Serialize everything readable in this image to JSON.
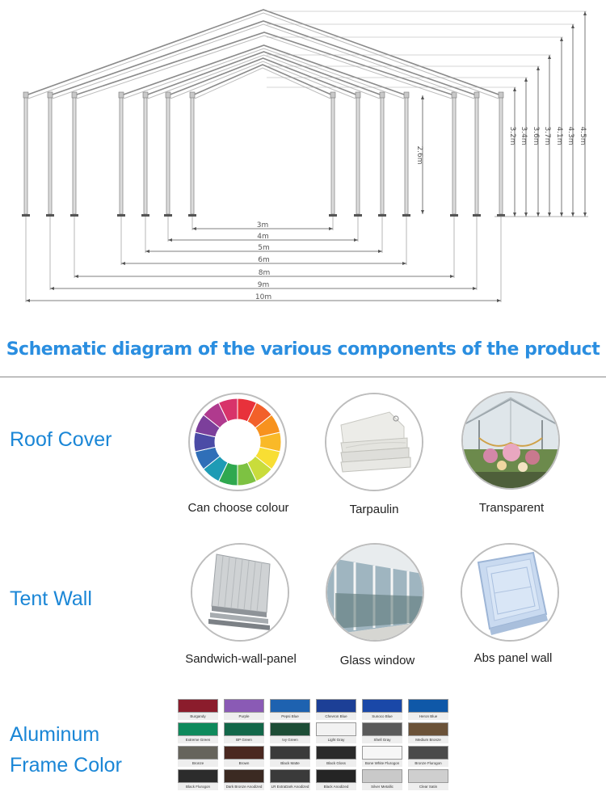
{
  "diagram": {
    "widths": [
      "3m",
      "4m",
      "5m",
      "6m",
      "8m",
      "9m",
      "10m"
    ],
    "side_height": "2.6m",
    "peak_heights": [
      "3.2m",
      "3.4m",
      "3.6m",
      "3.7m",
      "4.1m",
      "4.3m",
      "4.5m"
    ]
  },
  "headline": "Schematic diagram of the various components of the product",
  "sections": [
    {
      "label": "Roof Cover",
      "items": [
        {
          "caption": "Can choose colour",
          "icon": "color-wheel"
        },
        {
          "caption": "Tarpaulin",
          "icon": "folded-tarpaulin"
        },
        {
          "caption": "Transparent",
          "icon": "transparent-tent"
        }
      ]
    },
    {
      "label": "Tent Wall",
      "items": [
        {
          "caption": "Sandwich-wall-panel",
          "icon": "sandwich-panel"
        },
        {
          "caption": "Glass window",
          "icon": "glass-window"
        },
        {
          "caption": "Abs panel wall",
          "icon": "abs-panel"
        }
      ]
    }
  ],
  "frame_color": {
    "label_line1": "Aluminum",
    "label_line2": "Frame Color",
    "swatches": [
      {
        "name": "Burgandy",
        "color": "#8b1c2c"
      },
      {
        "name": "Purple",
        "color": "#8a5ab5"
      },
      {
        "name": "Pepsi Blue",
        "color": "#1e62b0"
      },
      {
        "name": "Chevron Blue",
        "color": "#1c3f96"
      },
      {
        "name": "Sunoco Blue",
        "color": "#1a48a8"
      },
      {
        "name": "Heron Blue",
        "color": "#0f58a8"
      },
      {
        "name": "Extreme Green",
        "color": "#0f8a5c"
      },
      {
        "name": "BP Green",
        "color": "#13684a"
      },
      {
        "name": "Ivy Green",
        "color": "#1d4d36"
      },
      {
        "name": "Light Gray",
        "color": "#f2f2f2"
      },
      {
        "name": "Shell Gray",
        "color": "#5a5a5a"
      },
      {
        "name": "Medium Bronze",
        "color": "#6b5238"
      },
      {
        "name": "Bronze",
        "color": "#66645c"
      },
      {
        "name": "Brown",
        "color": "#4a2820"
      },
      {
        "name": "Black Matte",
        "color": "#3a3a3a"
      },
      {
        "name": "Black Gloss",
        "color": "#2a2a2a"
      },
      {
        "name": "Bone White Flurogon",
        "color": "#f6f6f6"
      },
      {
        "name": "Bronze Flurogon",
        "color": "#4a4a4a"
      },
      {
        "name": "Black Flurogon",
        "color": "#2c2c2c"
      },
      {
        "name": "Dark Bronze Anodized",
        "color": "#3b2a22"
      },
      {
        "name": "LR ExtraDark Anodized",
        "color": "#3a3a3a"
      },
      {
        "name": "Black Anodized",
        "color": "#252525"
      },
      {
        "name": "Silver Metallic",
        "color": "#c9c9c9"
      },
      {
        "name": "Clear Satin",
        "color": "#cfcfcf"
      }
    ]
  }
}
